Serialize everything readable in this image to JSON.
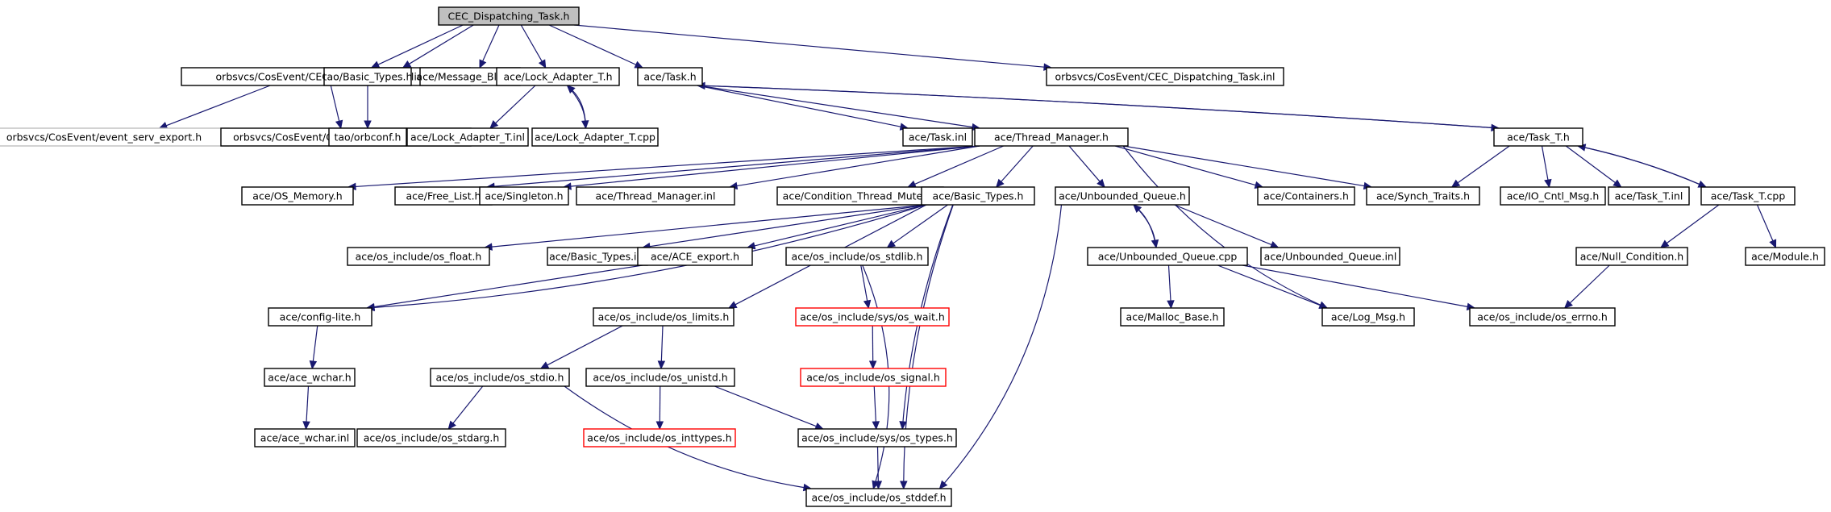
{
  "diagram": {
    "nodes": [
      {
        "id": "n1",
        "label": "CEC_Dispatching_Task.h",
        "style": "root"
      },
      {
        "id": "n2",
        "label": "orbsvcs/CosEvent/CEC_ProxyPushSupplier.h",
        "style": "normal"
      },
      {
        "id": "n3",
        "label": "tao/Basic_Types.h",
        "style": "normal"
      },
      {
        "id": "n4",
        "label": "ace/Message_Block.h",
        "style": "normal"
      },
      {
        "id": "n5",
        "label": "ace/Lock_Adapter_T.h",
        "style": "normal"
      },
      {
        "id": "n6",
        "label": "ace/Task.h",
        "style": "normal"
      },
      {
        "id": "n7",
        "label": "orbsvcs/CosEvent/CEC_Dispatching_Task.inl",
        "style": "normal"
      },
      {
        "id": "n8",
        "label": "orbsvcs/CosEvent/event_serv_export.h",
        "style": "gray"
      },
      {
        "id": "n9",
        "label": "orbsvcs/CosEvent/CEC_ProxyPushSupplier.inl",
        "style": "normal"
      },
      {
        "id": "n10",
        "label": "tao/orbconf.h",
        "style": "normal"
      },
      {
        "id": "n11",
        "label": "ace/Lock_Adapter_T.inl",
        "style": "normal"
      },
      {
        "id": "n12",
        "label": "ace/Lock_Adapter_T.cpp",
        "style": "normal"
      },
      {
        "id": "n13",
        "label": "ace/Task.inl",
        "style": "normal"
      },
      {
        "id": "n14",
        "label": "ace/Thread_Manager.h",
        "style": "normal"
      },
      {
        "id": "n15",
        "label": "ace/Task_T.h",
        "style": "normal"
      },
      {
        "id": "n16",
        "label": "ace/OS_Memory.h",
        "style": "normal"
      },
      {
        "id": "n17",
        "label": "ace/Free_List.h",
        "style": "normal"
      },
      {
        "id": "n18",
        "label": "ace/Singleton.h",
        "style": "normal"
      },
      {
        "id": "n19",
        "label": "ace/Thread_Manager.inl",
        "style": "normal"
      },
      {
        "id": "n20",
        "label": "ace/Condition_Thread_Mutex.h",
        "style": "normal"
      },
      {
        "id": "n21",
        "label": "ace/Basic_Types.h",
        "style": "normal"
      },
      {
        "id": "n22",
        "label": "ace/Unbounded_Queue.h",
        "style": "normal"
      },
      {
        "id": "n23",
        "label": "ace/Containers.h",
        "style": "normal"
      },
      {
        "id": "n24",
        "label": "ace/Synch_Traits.h",
        "style": "normal"
      },
      {
        "id": "n25",
        "label": "ace/IO_Cntl_Msg.h",
        "style": "normal"
      },
      {
        "id": "n26",
        "label": "ace/Task_T.inl",
        "style": "normal"
      },
      {
        "id": "n27",
        "label": "ace/Task_T.cpp",
        "style": "normal"
      },
      {
        "id": "n28",
        "label": "ace/os_include/os_float.h",
        "style": "normal"
      },
      {
        "id": "n29",
        "label": "ace/Basic_Types.inl",
        "style": "normal"
      },
      {
        "id": "n30",
        "label": "ace/ACE_export.h",
        "style": "normal"
      },
      {
        "id": "n31",
        "label": "ace/os_include/os_stdlib.h",
        "style": "normal"
      },
      {
        "id": "n32",
        "label": "ace/Unbounded_Queue.cpp",
        "style": "normal"
      },
      {
        "id": "n33",
        "label": "ace/Unbounded_Queue.inl",
        "style": "normal"
      },
      {
        "id": "n34",
        "label": "ace/Null_Condition.h",
        "style": "normal"
      },
      {
        "id": "n35",
        "label": "ace/Module.h",
        "style": "normal"
      },
      {
        "id": "n36",
        "label": "ace/config-lite.h",
        "style": "normal"
      },
      {
        "id": "n37",
        "label": "ace/os_include/os_limits.h",
        "style": "normal"
      },
      {
        "id": "n38",
        "label": "ace/os_include/sys/os_wait.h",
        "style": "red"
      },
      {
        "id": "n39",
        "label": "ace/Malloc_Base.h",
        "style": "normal"
      },
      {
        "id": "n40",
        "label": "ace/Log_Msg.h",
        "style": "normal"
      },
      {
        "id": "n41",
        "label": "ace/os_include/os_errno.h",
        "style": "normal"
      },
      {
        "id": "n42",
        "label": "ace/ace_wchar.h",
        "style": "normal"
      },
      {
        "id": "n43",
        "label": "ace/os_include/os_stdio.h",
        "style": "normal"
      },
      {
        "id": "n44",
        "label": "ace/os_include/os_unistd.h",
        "style": "normal"
      },
      {
        "id": "n45",
        "label": "ace/os_include/os_signal.h",
        "style": "red"
      },
      {
        "id": "n46",
        "label": "ace/ace_wchar.inl",
        "style": "normal"
      },
      {
        "id": "n47",
        "label": "ace/os_include/os_stdarg.h",
        "style": "normal"
      },
      {
        "id": "n48",
        "label": "ace/os_include/os_inttypes.h",
        "style": "red"
      },
      {
        "id": "n49",
        "label": "ace/os_include/sys/os_types.h",
        "style": "normal"
      },
      {
        "id": "n50",
        "label": "ace/os_include/os_stddef.h",
        "style": "normal"
      }
    ],
    "edges": [
      {
        "from": "n1",
        "to": "n2"
      },
      {
        "from": "n1",
        "to": "n3"
      },
      {
        "from": "n1",
        "to": "n4"
      },
      {
        "from": "n1",
        "to": "n5"
      },
      {
        "from": "n1",
        "to": "n6"
      },
      {
        "from": "n1",
        "to": "n7"
      },
      {
        "from": "n2",
        "to": "n8"
      },
      {
        "from": "n2",
        "to": "n9"
      },
      {
        "from": "n3",
        "to": "n10"
      },
      {
        "from": "n5",
        "to": "n11"
      },
      {
        "from": "n5",
        "to": "n12"
      },
      {
        "from": "n12",
        "to": "n5"
      },
      {
        "from": "n6",
        "to": "n13"
      },
      {
        "from": "n6",
        "to": "n14"
      },
      {
        "from": "n6",
        "to": "n15"
      },
      {
        "from": "n15",
        "to": "n6"
      },
      {
        "from": "n14",
        "to": "n16"
      },
      {
        "from": "n14",
        "to": "n17"
      },
      {
        "from": "n14",
        "to": "n18"
      },
      {
        "from": "n14",
        "to": "n19"
      },
      {
        "from": "n14",
        "to": "n20"
      },
      {
        "from": "n14",
        "to": "n21"
      },
      {
        "from": "n14",
        "to": "n22"
      },
      {
        "from": "n14",
        "to": "n23"
      },
      {
        "from": "n14",
        "to": "n24"
      },
      {
        "from": "n14",
        "to": "n40"
      },
      {
        "from": "n15",
        "to": "n24"
      },
      {
        "from": "n15",
        "to": "n25"
      },
      {
        "from": "n15",
        "to": "n26"
      },
      {
        "from": "n15",
        "to": "n27"
      },
      {
        "from": "n27",
        "to": "n15"
      },
      {
        "from": "n27",
        "to": "n34"
      },
      {
        "from": "n27",
        "to": "n35"
      },
      {
        "from": "n21",
        "to": "n28"
      },
      {
        "from": "n21",
        "to": "n29"
      },
      {
        "from": "n21",
        "to": "n30"
      },
      {
        "from": "n21",
        "to": "n31"
      },
      {
        "from": "n21",
        "to": "n36"
      },
      {
        "from": "n21",
        "to": "n37"
      },
      {
        "from": "n21",
        "to": "n49"
      },
      {
        "from": "n21",
        "to": "n50"
      },
      {
        "from": "n22",
        "to": "n32"
      },
      {
        "from": "n32",
        "to": "n22"
      },
      {
        "from": "n22",
        "to": "n33"
      },
      {
        "from": "n22",
        "to": "n50"
      },
      {
        "from": "n32",
        "to": "n39"
      },
      {
        "from": "n32",
        "to": "n40"
      },
      {
        "from": "n32",
        "to": "n41"
      },
      {
        "from": "n34",
        "to": "n41"
      },
      {
        "from": "n30",
        "to": "n36"
      },
      {
        "from": "n31",
        "to": "n38"
      },
      {
        "from": "n31",
        "to": "n50"
      },
      {
        "from": "n36",
        "to": "n42"
      },
      {
        "from": "n37",
        "to": "n43"
      },
      {
        "from": "n37",
        "to": "n44"
      },
      {
        "from": "n38",
        "to": "n45"
      },
      {
        "from": "n42",
        "to": "n46"
      },
      {
        "from": "n43",
        "to": "n47"
      },
      {
        "from": "n43",
        "to": "n50"
      },
      {
        "from": "n44",
        "to": "n48"
      },
      {
        "from": "n44",
        "to": "n49"
      },
      {
        "from": "n45",
        "to": "n49"
      },
      {
        "from": "n49",
        "to": "n50"
      }
    ]
  }
}
